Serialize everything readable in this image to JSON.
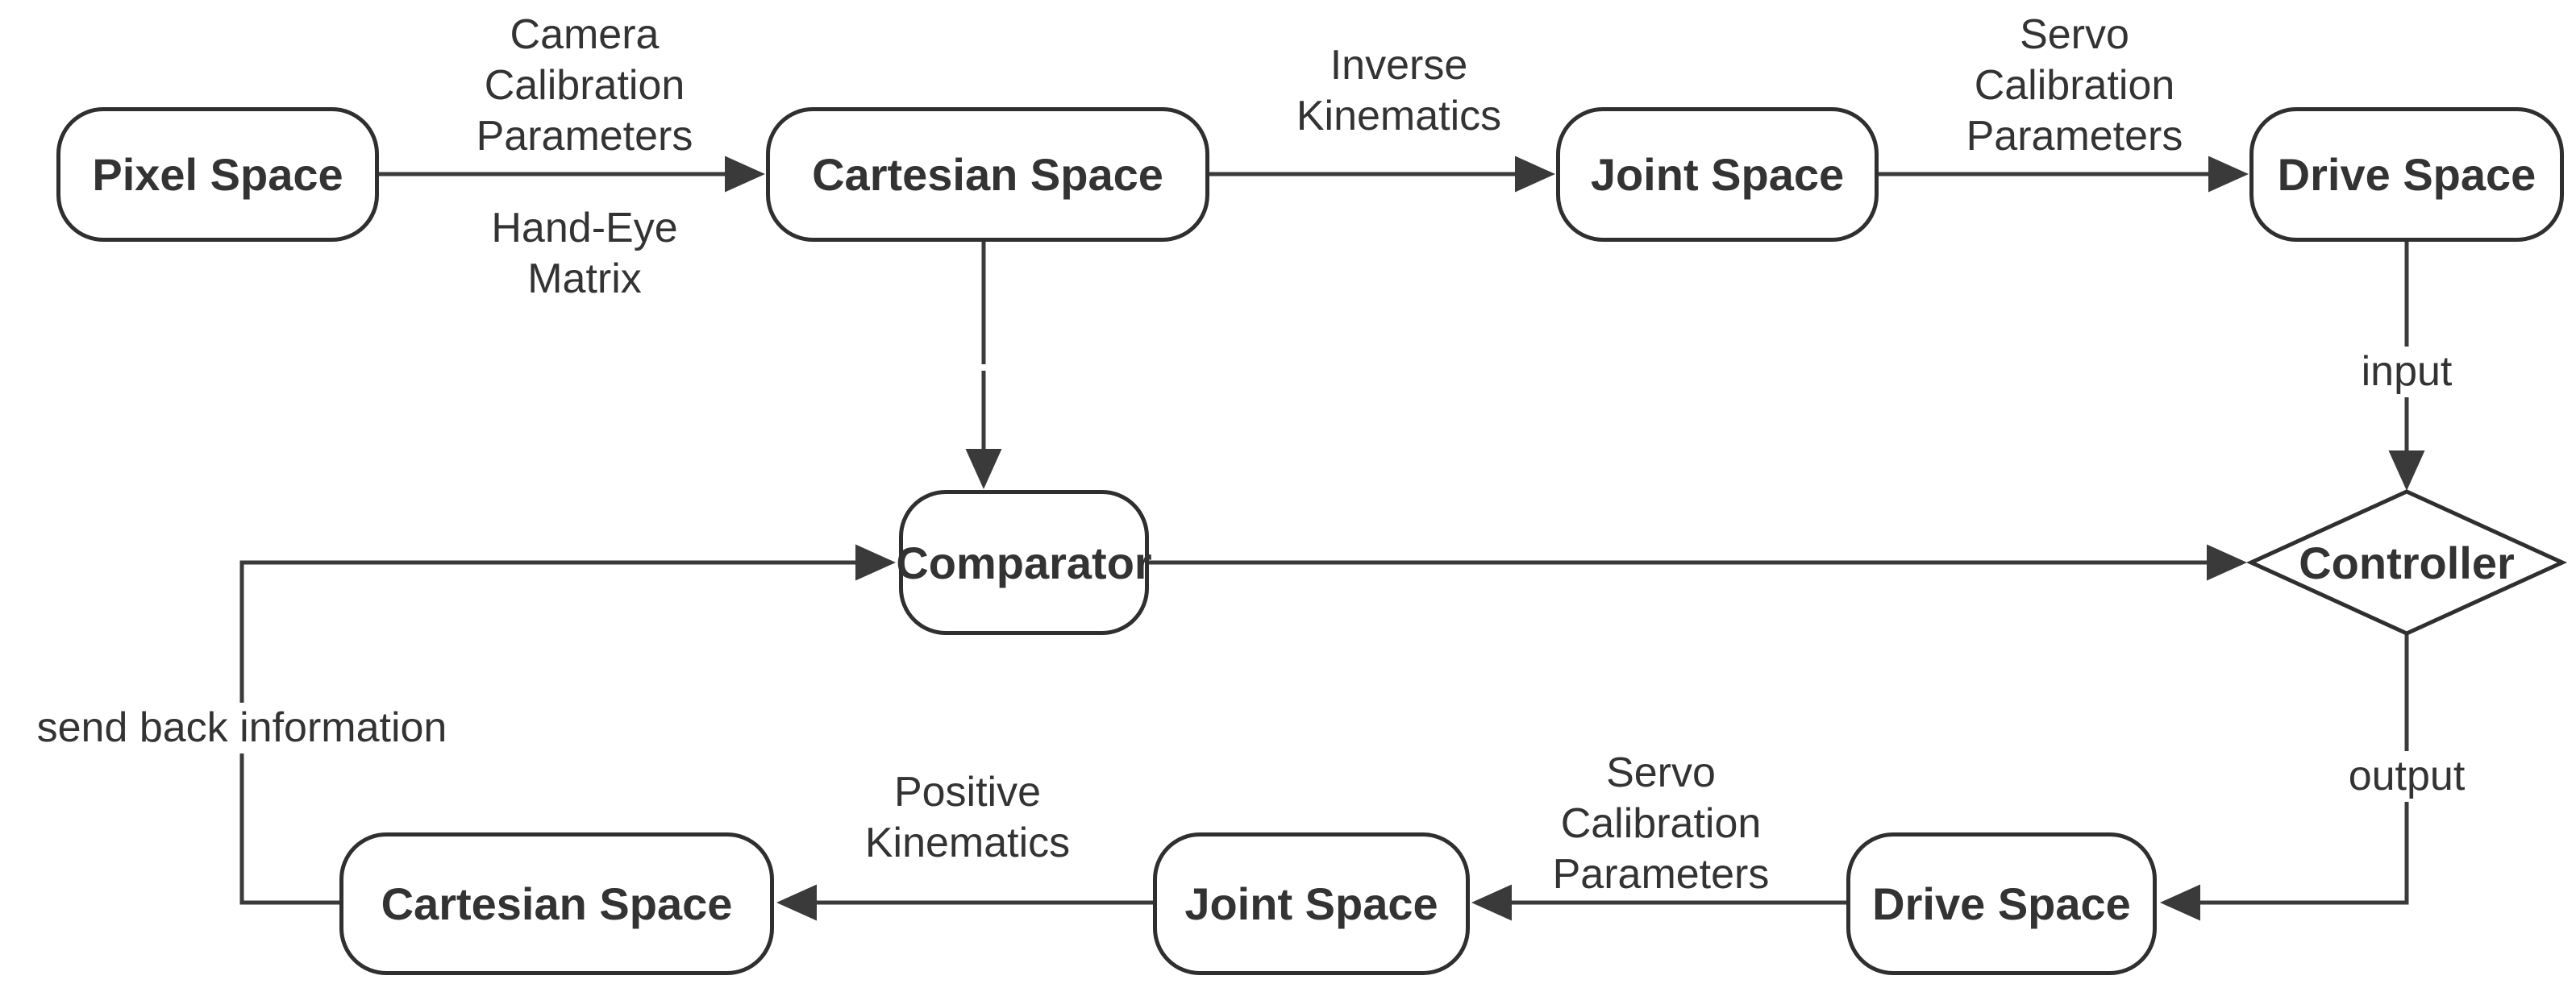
{
  "colors": {
    "background": "#ffffff",
    "stroke": "#3a3a3a",
    "node_border": "#2f2f2f",
    "node_fill": "#ffffff",
    "text": "#333333"
  },
  "nodes": {
    "pixel_space": {
      "label": "Pixel Space",
      "shape": "rounded-rectangle"
    },
    "cartesian_space_top": {
      "label": "Cartesian Space",
      "shape": "rounded-rectangle"
    },
    "joint_space_top": {
      "label": "Joint Space",
      "shape": "rounded-rectangle"
    },
    "drive_space_top": {
      "label": "Drive Space",
      "shape": "rounded-rectangle"
    },
    "comparator": {
      "label": "Comparator",
      "shape": "rounded-rectangle"
    },
    "controller": {
      "label": "Controller",
      "shape": "diamond"
    },
    "drive_space_bottom": {
      "label": "Drive Space",
      "shape": "rounded-rectangle"
    },
    "joint_space_bottom": {
      "label": "Joint Space",
      "shape": "rounded-rectangle"
    },
    "cartesian_space_bottom": {
      "label": "Cartesian Space",
      "shape": "rounded-rectangle"
    }
  },
  "edge_labels": {
    "camera_calibration_parameters": {
      "text": "Camera\nCalibration\nParameters"
    },
    "hand_eye_matrix": {
      "text": "Hand-Eye\nMatrix"
    },
    "inverse_kinematics": {
      "text": "Inverse\nKinematics"
    },
    "servo_calibration_parameters_top": {
      "text": "Servo\nCalibration\nParameters"
    },
    "input": {
      "text": "input"
    },
    "output": {
      "text": "output"
    },
    "send_back_information": {
      "text": "send back information"
    },
    "servo_calibration_parameters_bottom": {
      "text": "Servo\nCalibration\nParameters"
    },
    "positive_kinematics": {
      "text": "Positive\nKinematics"
    }
  }
}
